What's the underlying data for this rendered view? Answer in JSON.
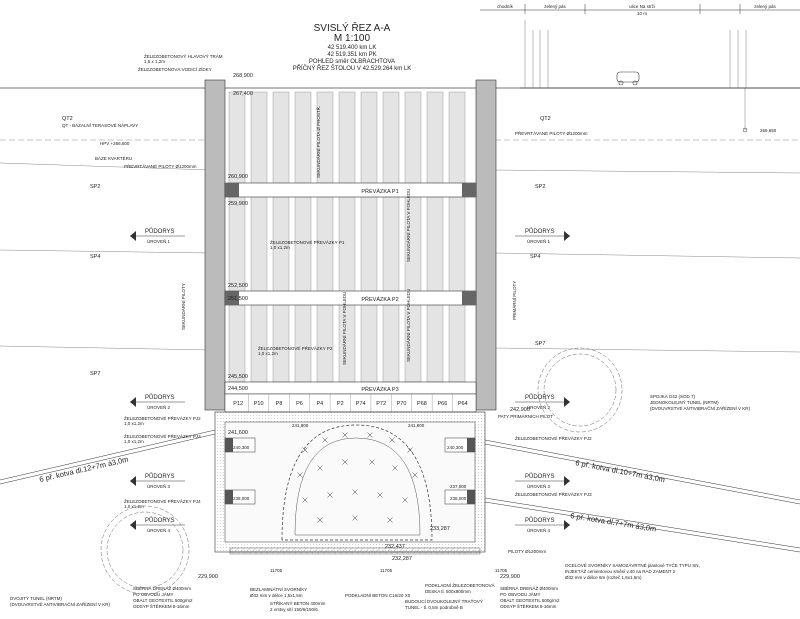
{
  "title": {
    "line1": "SVISLÝ ŘEZ A-A",
    "line2": "M 1:100",
    "line3": "42 519.400 km LK",
    "line4": "42 519.351 km PK",
    "line5": "POHLED směr OLBRACHTOVA",
    "line6": "PŘÍČNÝ ŘEZ ŠTOLOU V 42.529.264 km LK"
  },
  "street": {
    "chodnik": "chodník",
    "zeleny_pas_left": "zelený pás",
    "ulice": "ulice Na strži",
    "ulice_sub": "10 m",
    "zeleny_pas_right": "zelený pás",
    "level": "266,650"
  },
  "levels": {
    "top_wall": "268,900",
    "top_inner": "267,400",
    "l260": "260,900",
    "l259": "259,900",
    "l252": "252,500",
    "l251": "251,500",
    "l245": "245,500",
    "l244": "244,500",
    "l242": "242,900",
    "l241": "241,600",
    "l240a": "240,300",
    "l240b": "240,300",
    "l238a": "238,000",
    "l238b": "238,000",
    "l237": "237,000",
    "l233": "233,287",
    "l232a": "232,437",
    "l232b": "232,287",
    "l229a": "229,900",
    "l229b": "229,900",
    "pr1": "241,800",
    "pr2": "241,800"
  },
  "soil": {
    "qt2_left": "QT2",
    "qt_desc": "QT - BÁZALNÍ TERASOVÉ NÁPLAVY",
    "hpv": "HPV +266,600",
    "baze": "BÁZE KVARTÉRU",
    "sp2_left": "SP2",
    "sp4_left": "SP4",
    "sp7_left": "SP7",
    "qt2_right": "QT2",
    "sp2_right": "SP2",
    "sp4_right": "SP4",
    "sp7_right": "SP7"
  },
  "annotations": {
    "zelezobet_trim": "ŽELEZOBETONOVÝ HLAVOVÝ TRÁM",
    "zelezobet_trim_sub": "1,5 x 1,2m",
    "zelezobet_voda": "ŽELEZOBETONOVÁ VODICÍ ZÍDKY",
    "prevazka_right": "PŘEVRTÁVANÉ PILOTY Ø1200mm",
    "prevazka_left": "PŘEVRTÁVANÉ PILOTY Ø1200mm",
    "zel_rozpera1": "ŽELEZOBETONOVÉ PŘEVÁZKY P1",
    "zel_rozpera1_sub": "1,0 x1,2m",
    "zel_rozpera2": "ŽELEZOBETONOVÉ PŘEVÁZKY P2",
    "zel_rozpera2_sub": "1,0 x1,2m",
    "sekundarni_left": "SEKUNDÁRNÍ PILOTY",
    "primarni_right": "PRIMÁRNÍ PILOTY",
    "sekundarni_pilota_top": "SEKUNDÁRNÍ PILOTA Ø PROSTŘ.",
    "sekundarni_pilota_mid": "SEKUNDÁRNÍ PILOTA V POHLEDU",
    "sekundarni_pilota_left": "SEKUNDÁRNÍ PILOTA V POHLEDU",
    "sekundarni_pilota_right": "SEKUNDÁRNÍ PILOTA V POHLEDU",
    "prevazka_p1": "PŘEVÁZKA P1",
    "prevazka_p2": "PŘEVÁZKA P2",
    "prevazka_p3": "PŘEVÁZKA P3",
    "pata_primarnich": "PATY PRIMÁRNÍCH PILOT",
    "zel_pj2": "ŽELEZOBETONOVÉ PŘEVÁZKY PJ2",
    "zel_pj2_sub": "1,0 x1,2m",
    "zel_pj3": "ŽELEZOBETONOVÉ PŘEVÁZKY PJ3",
    "zel_pj3_sub": "1,0 x1,2m",
    "zel_pj4": "ŽELEZOBETONOVÉ PŘEVÁZKY PJ4",
    "zel_pj4_sub": "1,0 x1,2m",
    "zel_right_pj2": "ŽELEZOBETONOVÉ PŘEVÁZKY PJ2",
    "zel_right_pj3": "ŽELEZOBETONOVÉ PŘEVÁZKY PJ3",
    "spojka": "SPOJKA G42 (SOD 7)",
    "spojka2": "JEDNOKOLEJNÝ TUNEL (NRTM)",
    "spojka3": "(DVOUVRSTVÉ ANTIVIBRAČNÍ ZAŘÍZENÍ V KR)",
    "dvojity": "DVOJITÝ TUNEL (NRTM)",
    "dvojity2": "(DVOUVRSTVÉ ANTIVIBRAČNÍ ZAŘÍZENÍ V KR)",
    "piloty_right": "PILOTY Ø1200mm",
    "sberna_left": "SBĚRNÁ DRENÁŽ Ø400mm",
    "sberna_left2": "PO OBVODU JÁMY",
    "sberna_left3": "OBALT GEOTEXTIL 500g/m2",
    "sberna_left4": "ODSYP ŠTĚRKEM 8-16mm",
    "sberna_right": "SBĚRNÁ DRENÁŽ Ø400mm",
    "sberna_right2": "PO OBVODU JÁMY",
    "sberna_right3": "OBALT GEOTEXTIL 500g/m2",
    "sberna_right4": "ODSYP ŠTĚRKEM 8-16mm",
    "bezlaminat": "BEZLAMINÁTNÍ SVORNÍKY",
    "bezlaminat2": "Ø32 mm v délce 1,5x1,5m",
    "strikany": "STŘÍKANÝ BETON 400mm",
    "strikany2": "2 vrstvy sítí 150/6/150/6",
    "podkladni": "PODKLADNÍ BETON C16/20 X0",
    "podkladni2": "PODKLADNÍ ŽELEZOBETONOVÁ",
    "podkladni3": "DESKA tl. 500x800mm",
    "budouci": "BUDOUCÍ DVOUKOLEJNÝ TRAŤOVÝ",
    "budouci2": "TUNEL - tl. 0,5m  podrobně B",
    "ocelove": "OCELOVÉ SVORNÍKY SAMOZÁVRTNÉ plastové TYČE TYPU SN,",
    "ocelove2": "INJEKTÁŽ cementovou směsí v.40 na RAD ZAMENT 2",
    "ocelove3": "Ø32 mm v délce 6m (rozteč 1,5x1,5m)",
    "kotva_left": "6 př. kotva dl.12+7m á3,0m",
    "kotva_right1": "6 př. kotva dl.10+7m á3,0m",
    "kotva_right2": "6 př. kotva dl.7+7m á3,0m",
    "pudorys": "PŮDORYS",
    "uroven1": "ÚROVEŇ 1",
    "uroven2": "ÚROVEŇ 2",
    "uroven3": "ÚROVEŇ 3",
    "uroven4": "ÚROVEŇ 4"
  },
  "pile_labels": [
    "P12",
    "P10",
    "P8",
    "P6",
    "P4",
    "P2",
    "P74",
    "P72",
    "P70",
    "P68",
    "P66",
    "P64"
  ],
  "dims": {
    "d1": "11705",
    "d2": "11705",
    "d3": "11705"
  }
}
